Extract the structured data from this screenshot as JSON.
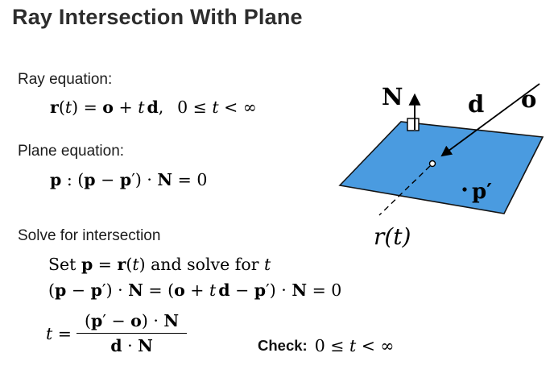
{
  "title": "Ray Intersection With Plane",
  "ray": {
    "label": "Ray equation:",
    "eq": [
      "r",
      "(",
      "t",
      ") = ",
      "o",
      " + ",
      "t",
      "d",
      ",  0 ≤ ",
      "t",
      " < ∞"
    ]
  },
  "plane": {
    "label": "Plane equation:",
    "eq": [
      "p",
      " : (",
      "p",
      " − ",
      "p",
      "′",
      ") · ",
      "N",
      " = 0"
    ]
  },
  "solve": {
    "label": "Solve for intersection",
    "set": [
      "Set ",
      "p",
      " = ",
      "r",
      "(",
      "t",
      ") and solve for ",
      "t"
    ],
    "expand": [
      "(",
      "p",
      " − ",
      "p",
      "′",
      ") · ",
      "N",
      " = (",
      "o",
      " + ",
      "t",
      "d",
      " − ",
      "p",
      "′",
      ") · ",
      "N",
      " = 0"
    ],
    "t_lhs": [
      "t",
      " = "
    ],
    "numerator": [
      "(",
      "p",
      "′",
      " − ",
      "o",
      ") · ",
      "N"
    ],
    "denominator": [
      "d",
      " · ",
      "N"
    ]
  },
  "check": {
    "label": "Check:",
    "expr": [
      "0 ≤ ",
      "t",
      " < ∞"
    ]
  },
  "diagram": {
    "normal_label": "N",
    "direction_label": "d",
    "origin_label": "o",
    "point_label": "p′",
    "ray_label": "r(t)",
    "plane_color": "#4A9BE0"
  }
}
